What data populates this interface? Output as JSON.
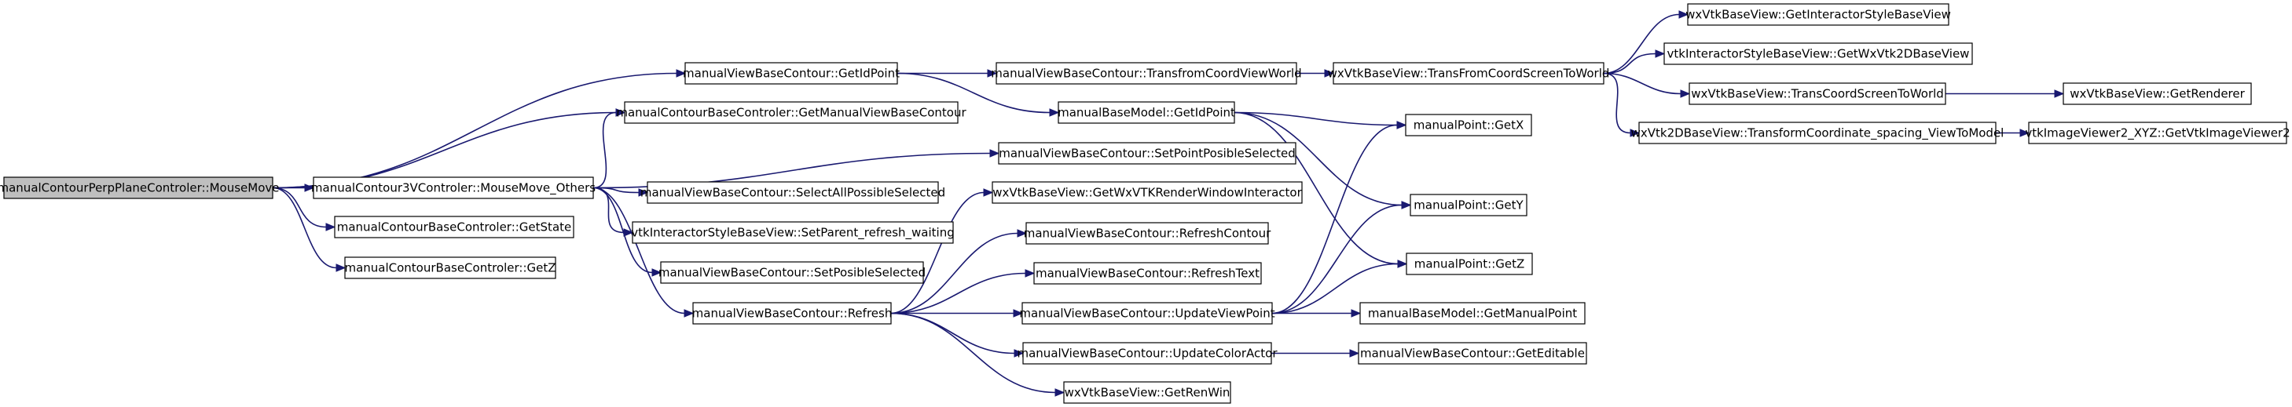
{
  "graph": {
    "colors": {
      "edge": "#191970",
      "root_fill": "#bfbfbf",
      "node_fill": "#ffffff",
      "node_border": "#000000"
    },
    "nodes": [
      {
        "id": "root",
        "label": "manualContourPerpPlaneControler::MouseMove",
        "root": true
      },
      {
        "id": "getIdPoint",
        "label": "manualViewBaseContour::GetIdPoint"
      },
      {
        "id": "getManualViewBaseContour",
        "label": "manualContourBaseControler::GetManualViewBaseContour"
      },
      {
        "id": "mouseMoveOthers",
        "label": "manualContour3VControler::MouseMove_Others"
      },
      {
        "id": "getState",
        "label": "manualContourBaseControler::GetState"
      },
      {
        "id": "getZctrl",
        "label": "manualContourBaseControler::GetZ"
      },
      {
        "id": "transfromCoordViewWorld",
        "label": "manualViewBaseContour::TransfromCoordViewWorld"
      },
      {
        "id": "modelGetIdPoint",
        "label": "manualBaseModel::GetIdPoint"
      },
      {
        "id": "setPointPosibleSelected",
        "label": "manualViewBaseContour::SetPointPosibleSelected"
      },
      {
        "id": "selectAllPossibleSelected",
        "label": "manualViewBaseContour::SelectAllPossibleSelected"
      },
      {
        "id": "setParentRefreshWaiting",
        "label": "vtkInteractorStyleBaseView::SetParent_refresh_waiting"
      },
      {
        "id": "setPosibleSelected",
        "label": "manualViewBaseContour::SetPosibleSelected"
      },
      {
        "id": "refresh",
        "label": "manualViewBaseContour::Refresh"
      },
      {
        "id": "getWxVTKRenderWindowInteractor",
        "label": "wxVtkBaseView::GetWxVTKRenderWindowInteractor"
      },
      {
        "id": "refreshContour",
        "label": "manualViewBaseContour::RefreshContour"
      },
      {
        "id": "refreshText",
        "label": "manualViewBaseContour::RefreshText"
      },
      {
        "id": "updateViewPoint",
        "label": "manualViewBaseContour::UpdateViewPoint"
      },
      {
        "id": "updateColorActor",
        "label": "manualViewBaseContour::UpdateColorActor"
      },
      {
        "id": "getRenWin",
        "label": "wxVtkBaseView::GetRenWin"
      },
      {
        "id": "transFromCoordScreenToWorld",
        "label": "wxVtkBaseView::TransFromCoordScreenToWorld"
      },
      {
        "id": "getX",
        "label": "manualPoint::GetX"
      },
      {
        "id": "getY",
        "label": "manualPoint::GetY"
      },
      {
        "id": "getZpoint",
        "label": "manualPoint::GetZ"
      },
      {
        "id": "getManualPoint",
        "label": "manualBaseModel::GetManualPoint"
      },
      {
        "id": "getEditable",
        "label": "manualViewBaseContour::GetEditable"
      },
      {
        "id": "getInteractorStyleBaseView",
        "label": "wxVtkBaseView::GetInteractorStyleBaseView"
      },
      {
        "id": "getWxVtk2DBaseView",
        "label": "vtkInteractorStyleBaseView::GetWxVtk2DBaseView"
      },
      {
        "id": "transCoordScreenToWorld",
        "label": "wxVtkBaseView::TransCoordScreenToWorld"
      },
      {
        "id": "transformCoordinateSpacing",
        "label": "wxVtk2DBaseView::TransformCoordinate_spacing_ViewToModel"
      },
      {
        "id": "getRenderer",
        "label": "wxVtkBaseView::GetRenderer"
      },
      {
        "id": "getVtkImageViewer2",
        "label": "vtkImageViewer2_XYZ::GetVtkImageViewer2"
      }
    ],
    "edges": [
      {
        "from": "root",
        "to": "getIdPoint"
      },
      {
        "from": "root",
        "to": "getManualViewBaseContour"
      },
      {
        "from": "root",
        "to": "mouseMoveOthers"
      },
      {
        "from": "root",
        "to": "getState"
      },
      {
        "from": "root",
        "to": "getZctrl"
      },
      {
        "from": "mouseMoveOthers",
        "to": "getManualViewBaseContour"
      },
      {
        "from": "mouseMoveOthers",
        "to": "setPointPosibleSelected"
      },
      {
        "from": "mouseMoveOthers",
        "to": "selectAllPossibleSelected"
      },
      {
        "from": "mouseMoveOthers",
        "to": "setParentRefreshWaiting"
      },
      {
        "from": "mouseMoveOthers",
        "to": "setPosibleSelected"
      },
      {
        "from": "mouseMoveOthers",
        "to": "refresh"
      },
      {
        "from": "getIdPoint",
        "to": "transfromCoordViewWorld"
      },
      {
        "from": "getIdPoint",
        "to": "modelGetIdPoint"
      },
      {
        "from": "transfromCoordViewWorld",
        "to": "transFromCoordScreenToWorld"
      },
      {
        "from": "modelGetIdPoint",
        "to": "getX"
      },
      {
        "from": "modelGetIdPoint",
        "to": "getY"
      },
      {
        "from": "modelGetIdPoint",
        "to": "getZpoint"
      },
      {
        "from": "refresh",
        "to": "getWxVTKRenderWindowInteractor"
      },
      {
        "from": "refresh",
        "to": "refreshContour"
      },
      {
        "from": "refresh",
        "to": "refreshText"
      },
      {
        "from": "refresh",
        "to": "updateViewPoint"
      },
      {
        "from": "refresh",
        "to": "updateColorActor"
      },
      {
        "from": "refresh",
        "to": "getRenWin"
      },
      {
        "from": "updateViewPoint",
        "to": "getX"
      },
      {
        "from": "updateViewPoint",
        "to": "getY"
      },
      {
        "from": "updateViewPoint",
        "to": "getZpoint"
      },
      {
        "from": "updateViewPoint",
        "to": "getManualPoint"
      },
      {
        "from": "updateColorActor",
        "to": "getEditable"
      },
      {
        "from": "transFromCoordScreenToWorld",
        "to": "getInteractorStyleBaseView"
      },
      {
        "from": "transFromCoordScreenToWorld",
        "to": "getWxVtk2DBaseView"
      },
      {
        "from": "transFromCoordScreenToWorld",
        "to": "transCoordScreenToWorld"
      },
      {
        "from": "transFromCoordScreenToWorld",
        "to": "transformCoordinateSpacing"
      },
      {
        "from": "transCoordScreenToWorld",
        "to": "getRenderer"
      },
      {
        "from": "transformCoordinateSpacing",
        "to": "getVtkImageViewer2"
      }
    ]
  }
}
